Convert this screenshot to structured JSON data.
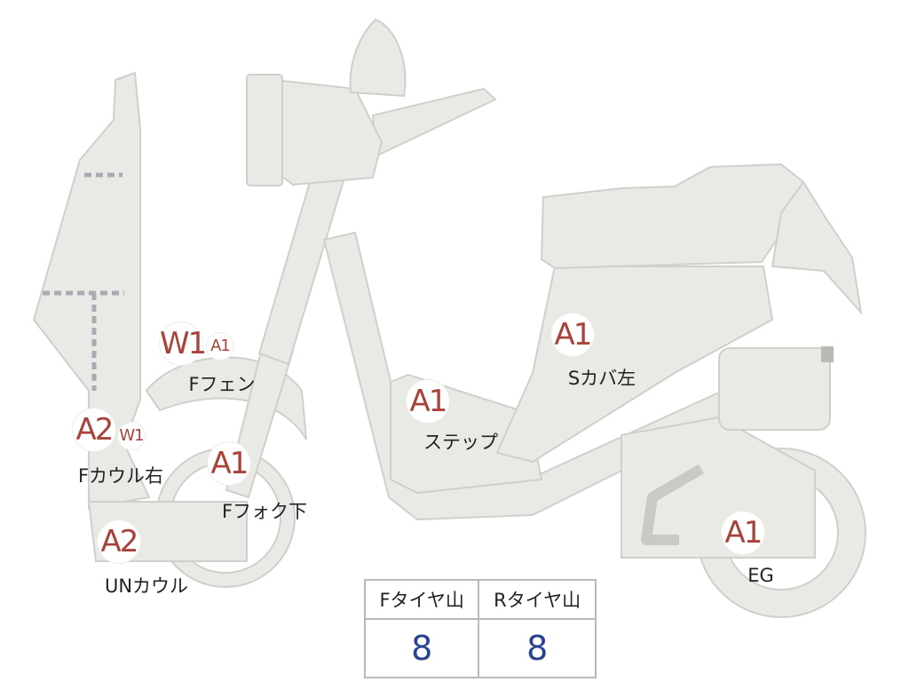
{
  "grades": {
    "w1_fender": "W1",
    "a1_fender": "A1",
    "a2_fcowl_right": "A2",
    "w1_fcowl_right": "W1",
    "a1_fork_lower": "A1",
    "a2_under_cowl": "A2",
    "a1_step": "A1",
    "a1_side_cover_left": "A1",
    "a1_engine": "A1"
  },
  "labels": {
    "front_fender": "Fフェン",
    "front_cowl_right": "Fカウル右",
    "front_fork_lower": "Fフォク下",
    "under_cowl": "UNカウル",
    "step": "ステップ",
    "side_cover_left": "Sカバ左",
    "engine": "EG"
  },
  "tire_tread": {
    "front_header": "Fタイヤ山",
    "rear_header": "Rタイヤ山",
    "front_value": "8",
    "rear_value": "8"
  },
  "colors": {
    "part_fill": "#e9e9e6",
    "part_stroke": "#cfcfcb",
    "grade_text": "#a8423a",
    "tread_value": "#2a4390",
    "exhaust": "#c9c9c6",
    "seam_dash": "#a9aab3"
  }
}
